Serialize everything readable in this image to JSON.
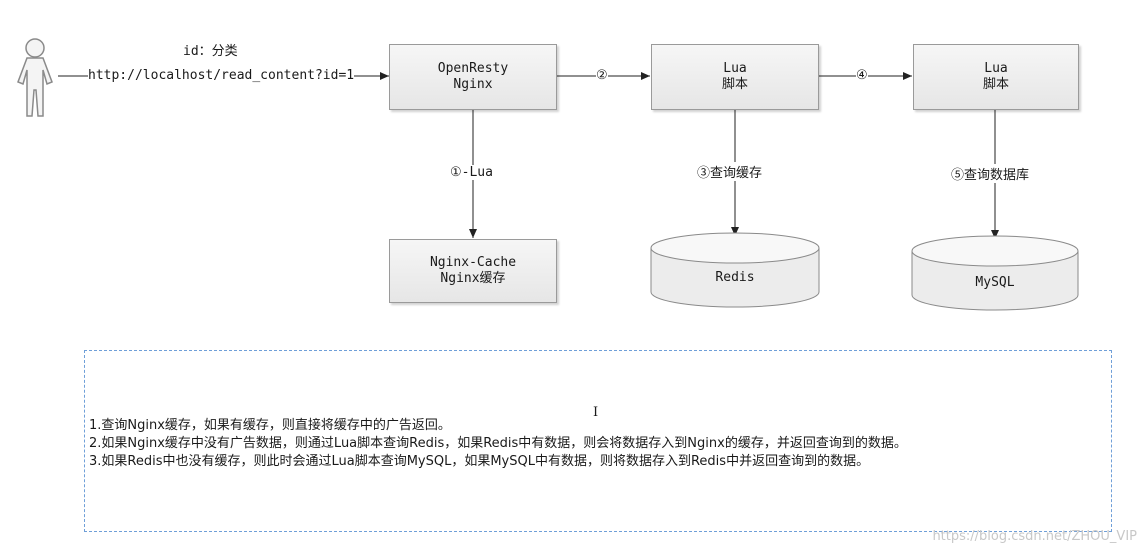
{
  "user": {
    "label": "id：分类",
    "url": "http://localhost/read_content?id=1"
  },
  "nodes": {
    "openresty": {
      "line1": "OpenResty",
      "line2": "Nginx"
    },
    "lua1": {
      "line1": "Lua",
      "line2": "脚本"
    },
    "lua2": {
      "line1": "Lua",
      "line2": "脚本"
    },
    "nginx_cache": {
      "line1": "Nginx-Cache",
      "line2": "Nginx缓存"
    },
    "redis": {
      "label": "Redis"
    },
    "mysql": {
      "label": "MySQL"
    }
  },
  "edges": {
    "step2": "②",
    "step4": "④",
    "step1": "①-Lua",
    "step3": "③查询缓存",
    "step5": "⑤查询数据库"
  },
  "notes": {
    "cursor": "I",
    "lines": [
      "1.查询Nginx缓存，如果有缓存，则直接将缓存中的广告返回。",
      "2.如果Nginx缓存中没有广告数据，则通过Lua脚本查询Redis，如果Redis中有数据，则会将数据存入到Nginx的缓存，并返回查询到的数据。",
      "3.如果Redis中也没有缓存，则此时会通过Lua脚本查询MySQL，如果MySQL中有数据，则将数据存入到Redis中并返回查询到的数据。"
    ]
  },
  "watermark": "https://blog.csdn.net/ZHOU_VIP"
}
